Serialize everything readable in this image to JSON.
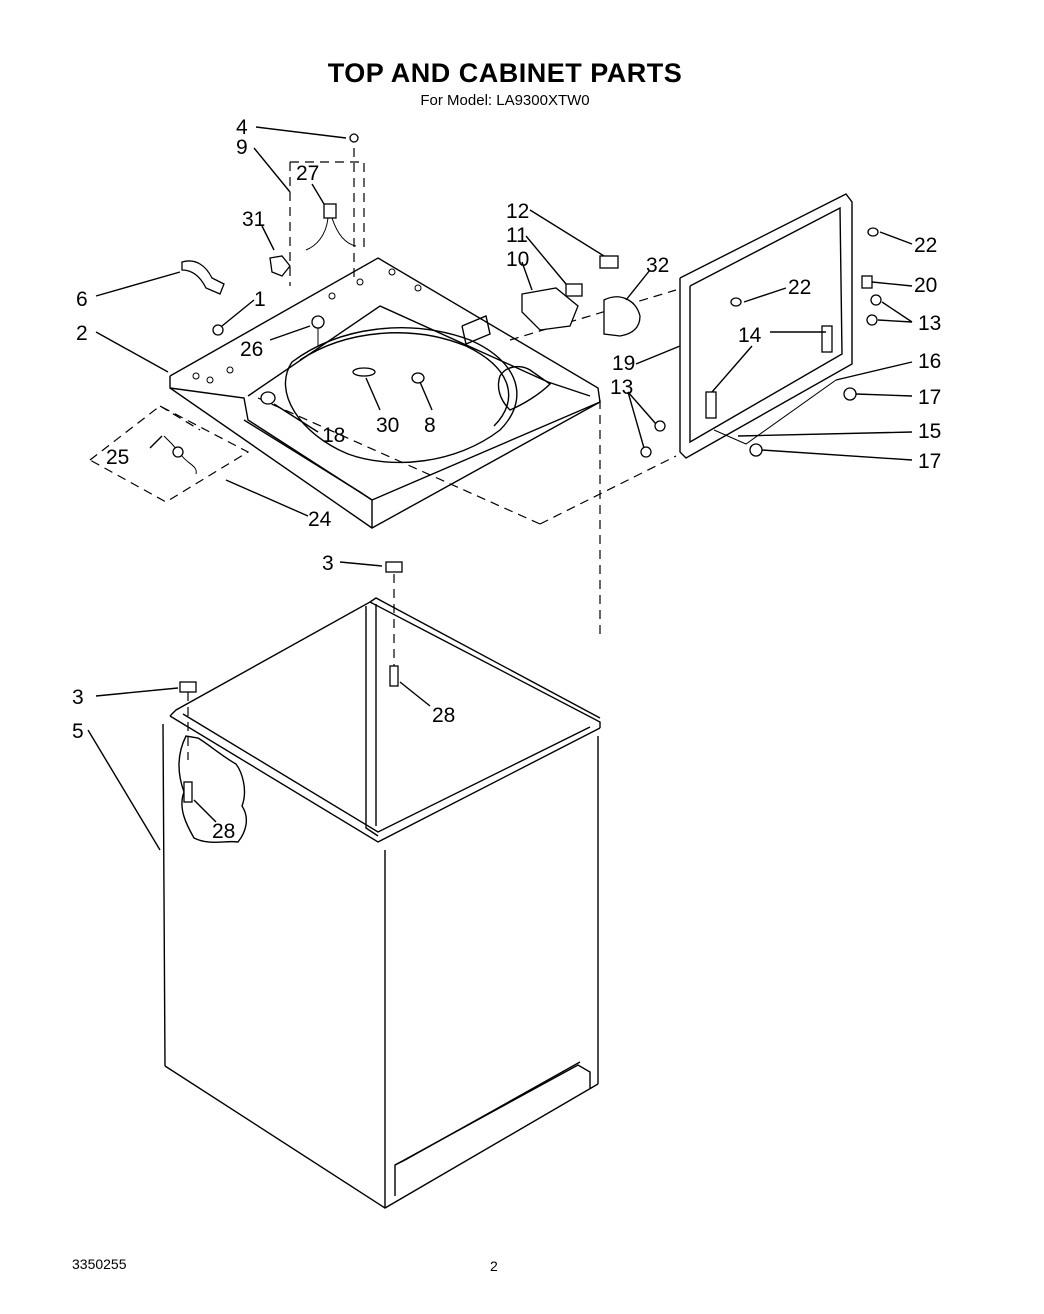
{
  "title": "TOP AND CABINET PARTS",
  "subtitle": "For Model: LA9300XTW0",
  "doc_number": "3350255",
  "page_number": "2",
  "callouts": [
    "4",
    "9",
    "27",
    "31",
    "6",
    "1",
    "2",
    "26",
    "12",
    "11",
    "10",
    "32",
    "22",
    "22",
    "20",
    "13",
    "14",
    "19",
    "16",
    "13",
    "17",
    "15",
    "17",
    "18",
    "30",
    "8",
    "25",
    "24",
    "3",
    "28",
    "3",
    "5",
    "28"
  ]
}
